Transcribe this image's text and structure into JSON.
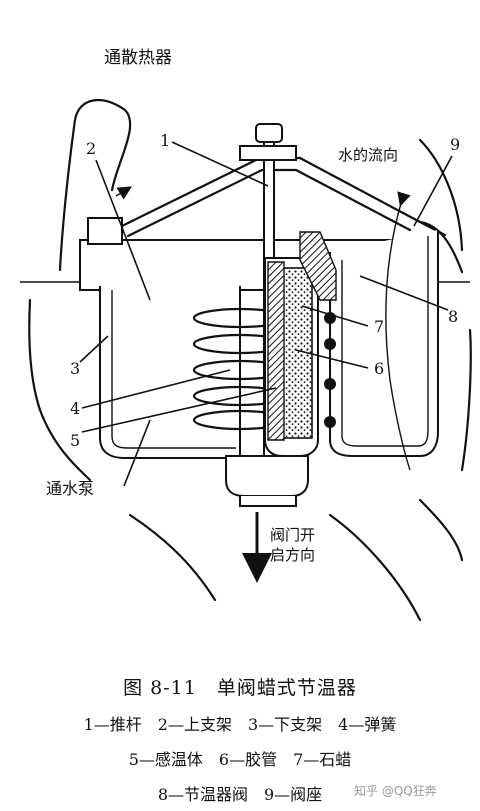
{
  "labels": {
    "to_radiator": "通散热器",
    "to_pump": "通水泵",
    "water_flow": "水的流向",
    "valve_open_1": "阀门开",
    "valve_open_2": "启方向"
  },
  "callouts": [
    "1",
    "2",
    "3",
    "4",
    "5",
    "6",
    "7",
    "8",
    "9"
  ],
  "caption": {
    "title": "图 8-11　单阀蜡式节温器",
    "line1": "1—推杆　2—上支架　3—下支架　4—弹簧",
    "line2": "5—感温体　6—胶管　7—石蜡",
    "line3": "8—节温器阀　9—阀座"
  },
  "watermark": "知乎 @QQ狂奔"
}
